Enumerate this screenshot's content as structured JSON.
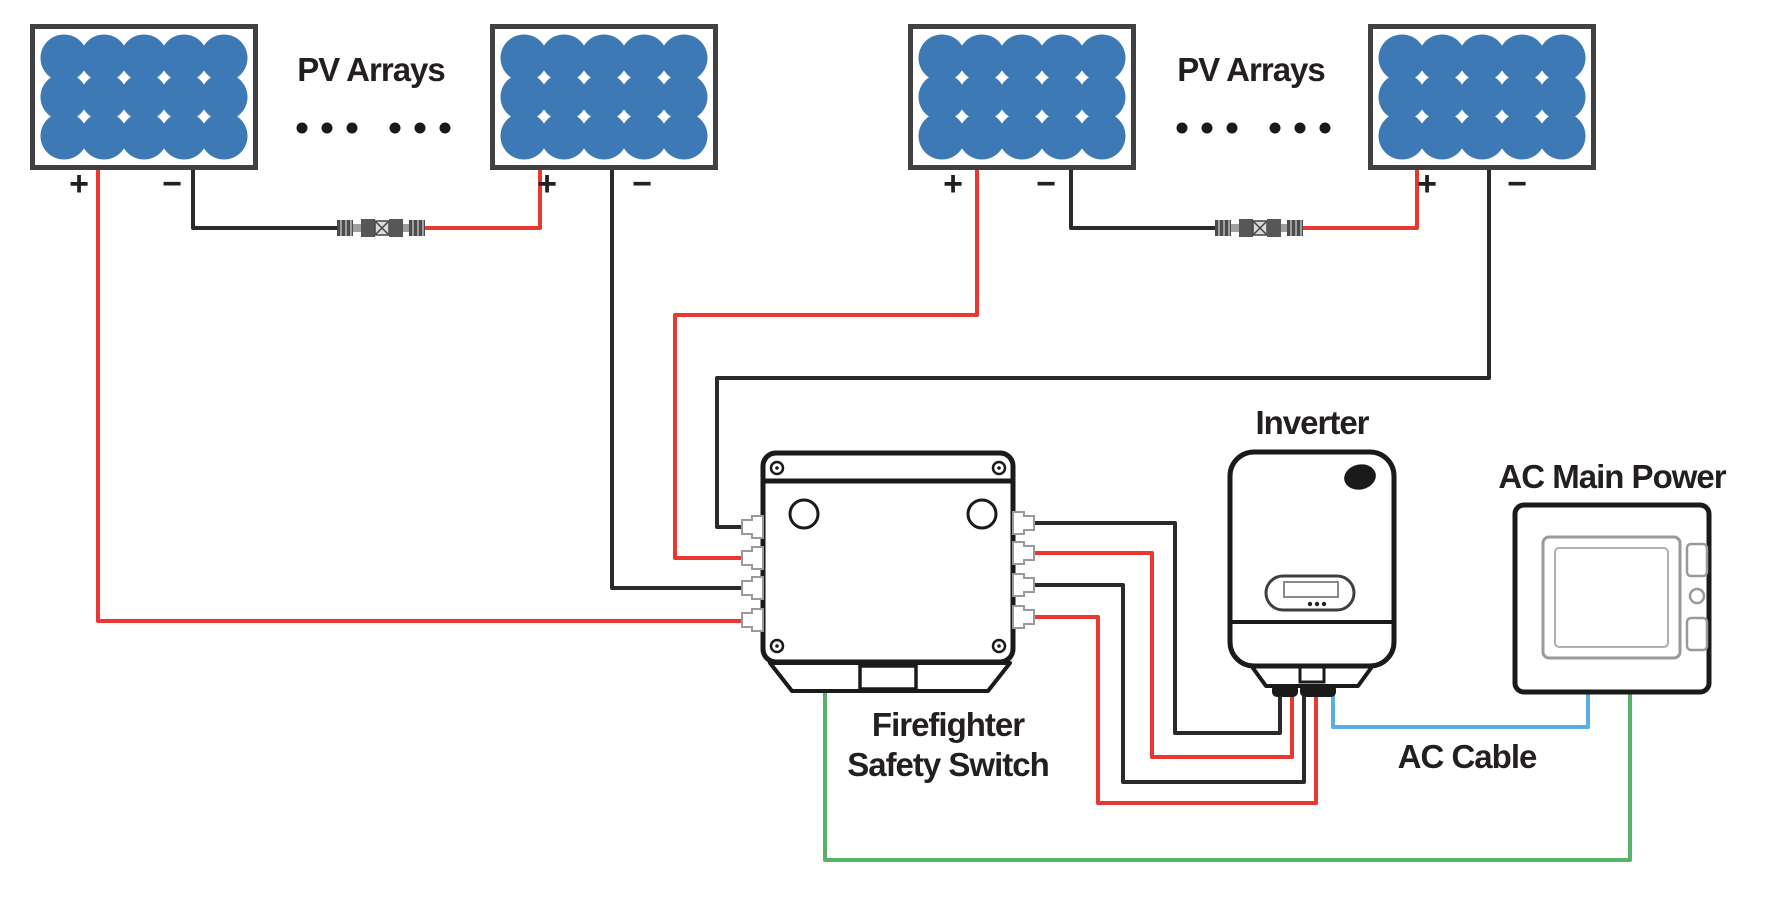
{
  "diagram_type": "solar-pv-system-wiring-diagram",
  "labels": {
    "pv_arrays": "PV Arrays",
    "inverter": "Inverter",
    "ac_main_power": "AC Main Power",
    "ac_cable": "AC Cable",
    "firefighter_safety_switch_line1": "Firefighter",
    "firefighter_safety_switch_line2": "Safety Switch",
    "positive": "+",
    "negative": "−"
  },
  "colors": {
    "pv_cell_blue": "#3d79b4",
    "panel_frame": "#414143",
    "wire_dc_positive_red": "#e8382f",
    "wire_dc_negative_black": "#2b2a29",
    "wire_ac_blue": "#5aaee4",
    "wire_ground_green": "#57b368",
    "device_outline": "#1a1a1a",
    "label_text": "#231f20"
  },
  "pv_groups": [
    {
      "label": "PV Arrays",
      "ellipsis_dots": 6,
      "panels": [
        {
          "id": "pv-panel-1",
          "terminals": [
            "+",
            "−"
          ]
        },
        {
          "id": "pv-panel-2",
          "terminals": [
            "+",
            "−"
          ]
        }
      ]
    },
    {
      "label": "PV Arrays",
      "ellipsis_dots": 6,
      "panels": [
        {
          "id": "pv-panel-3",
          "terminals": [
            "+",
            "−"
          ]
        },
        {
          "id": "pv-panel-4",
          "terminals": [
            "+",
            "−"
          ]
        }
      ]
    }
  ],
  "connectors": [
    {
      "id": "mc4-connector-1",
      "between": [
        "pv-panel-1 −",
        "pv-panel-2 +"
      ]
    },
    {
      "id": "mc4-connector-2",
      "between": [
        "pv-panel-3 −",
        "pv-panel-4 +"
      ]
    }
  ],
  "devices": [
    {
      "id": "firefighter-safety-switch",
      "label": "Firefighter Safety Switch",
      "inputs": 4,
      "outputs": 4
    },
    {
      "id": "inverter",
      "label": "Inverter"
    },
    {
      "id": "ac-main-power",
      "label": "AC Main Power"
    }
  ],
  "wires": [
    {
      "id": "wire-pv1-positive",
      "color": "red",
      "from": "pv-panel-1 +",
      "to": "safety-switch input 4"
    },
    {
      "id": "wire-pv1-negative",
      "color": "black",
      "from": "pv-panel-1 −",
      "to": "mc4-connector-1"
    },
    {
      "id": "wire-connector1-to-pv2",
      "color": "red",
      "from": "mc4-connector-1",
      "to": "pv-panel-2 +"
    },
    {
      "id": "wire-pv2-negative",
      "color": "black",
      "from": "pv-panel-2 −",
      "to": "safety-switch input 3"
    },
    {
      "id": "wire-pv3-positive",
      "color": "red",
      "from": "pv-panel-3 +",
      "to": "safety-switch input 2"
    },
    {
      "id": "wire-pv3-negative",
      "color": "black",
      "from": "pv-panel-3 −",
      "to": "mc4-connector-2"
    },
    {
      "id": "wire-connector2-to-pv4",
      "color": "red",
      "from": "mc4-connector-2",
      "to": "pv-panel-4 +"
    },
    {
      "id": "wire-pv4-negative",
      "color": "black",
      "from": "pv-panel-4 −",
      "to": "safety-switch input 1"
    },
    {
      "id": "wire-switch-out-1",
      "color": "black",
      "from": "safety-switch output 1",
      "to": "inverter dc input"
    },
    {
      "id": "wire-switch-out-2",
      "color": "red",
      "from": "safety-switch output 2",
      "to": "inverter dc input"
    },
    {
      "id": "wire-switch-out-3",
      "color": "black",
      "from": "safety-switch output 3",
      "to": "inverter dc input"
    },
    {
      "id": "wire-switch-out-4",
      "color": "red",
      "from": "safety-switch output 4",
      "to": "inverter dc input"
    },
    {
      "id": "wire-ac-cable",
      "color": "blue",
      "label": "AC Cable",
      "from": "inverter ac output",
      "to": "ac-main-power"
    },
    {
      "id": "wire-ground",
      "color": "green",
      "from": "firefighter-safety-switch",
      "to": "ac-main-power"
    }
  ]
}
